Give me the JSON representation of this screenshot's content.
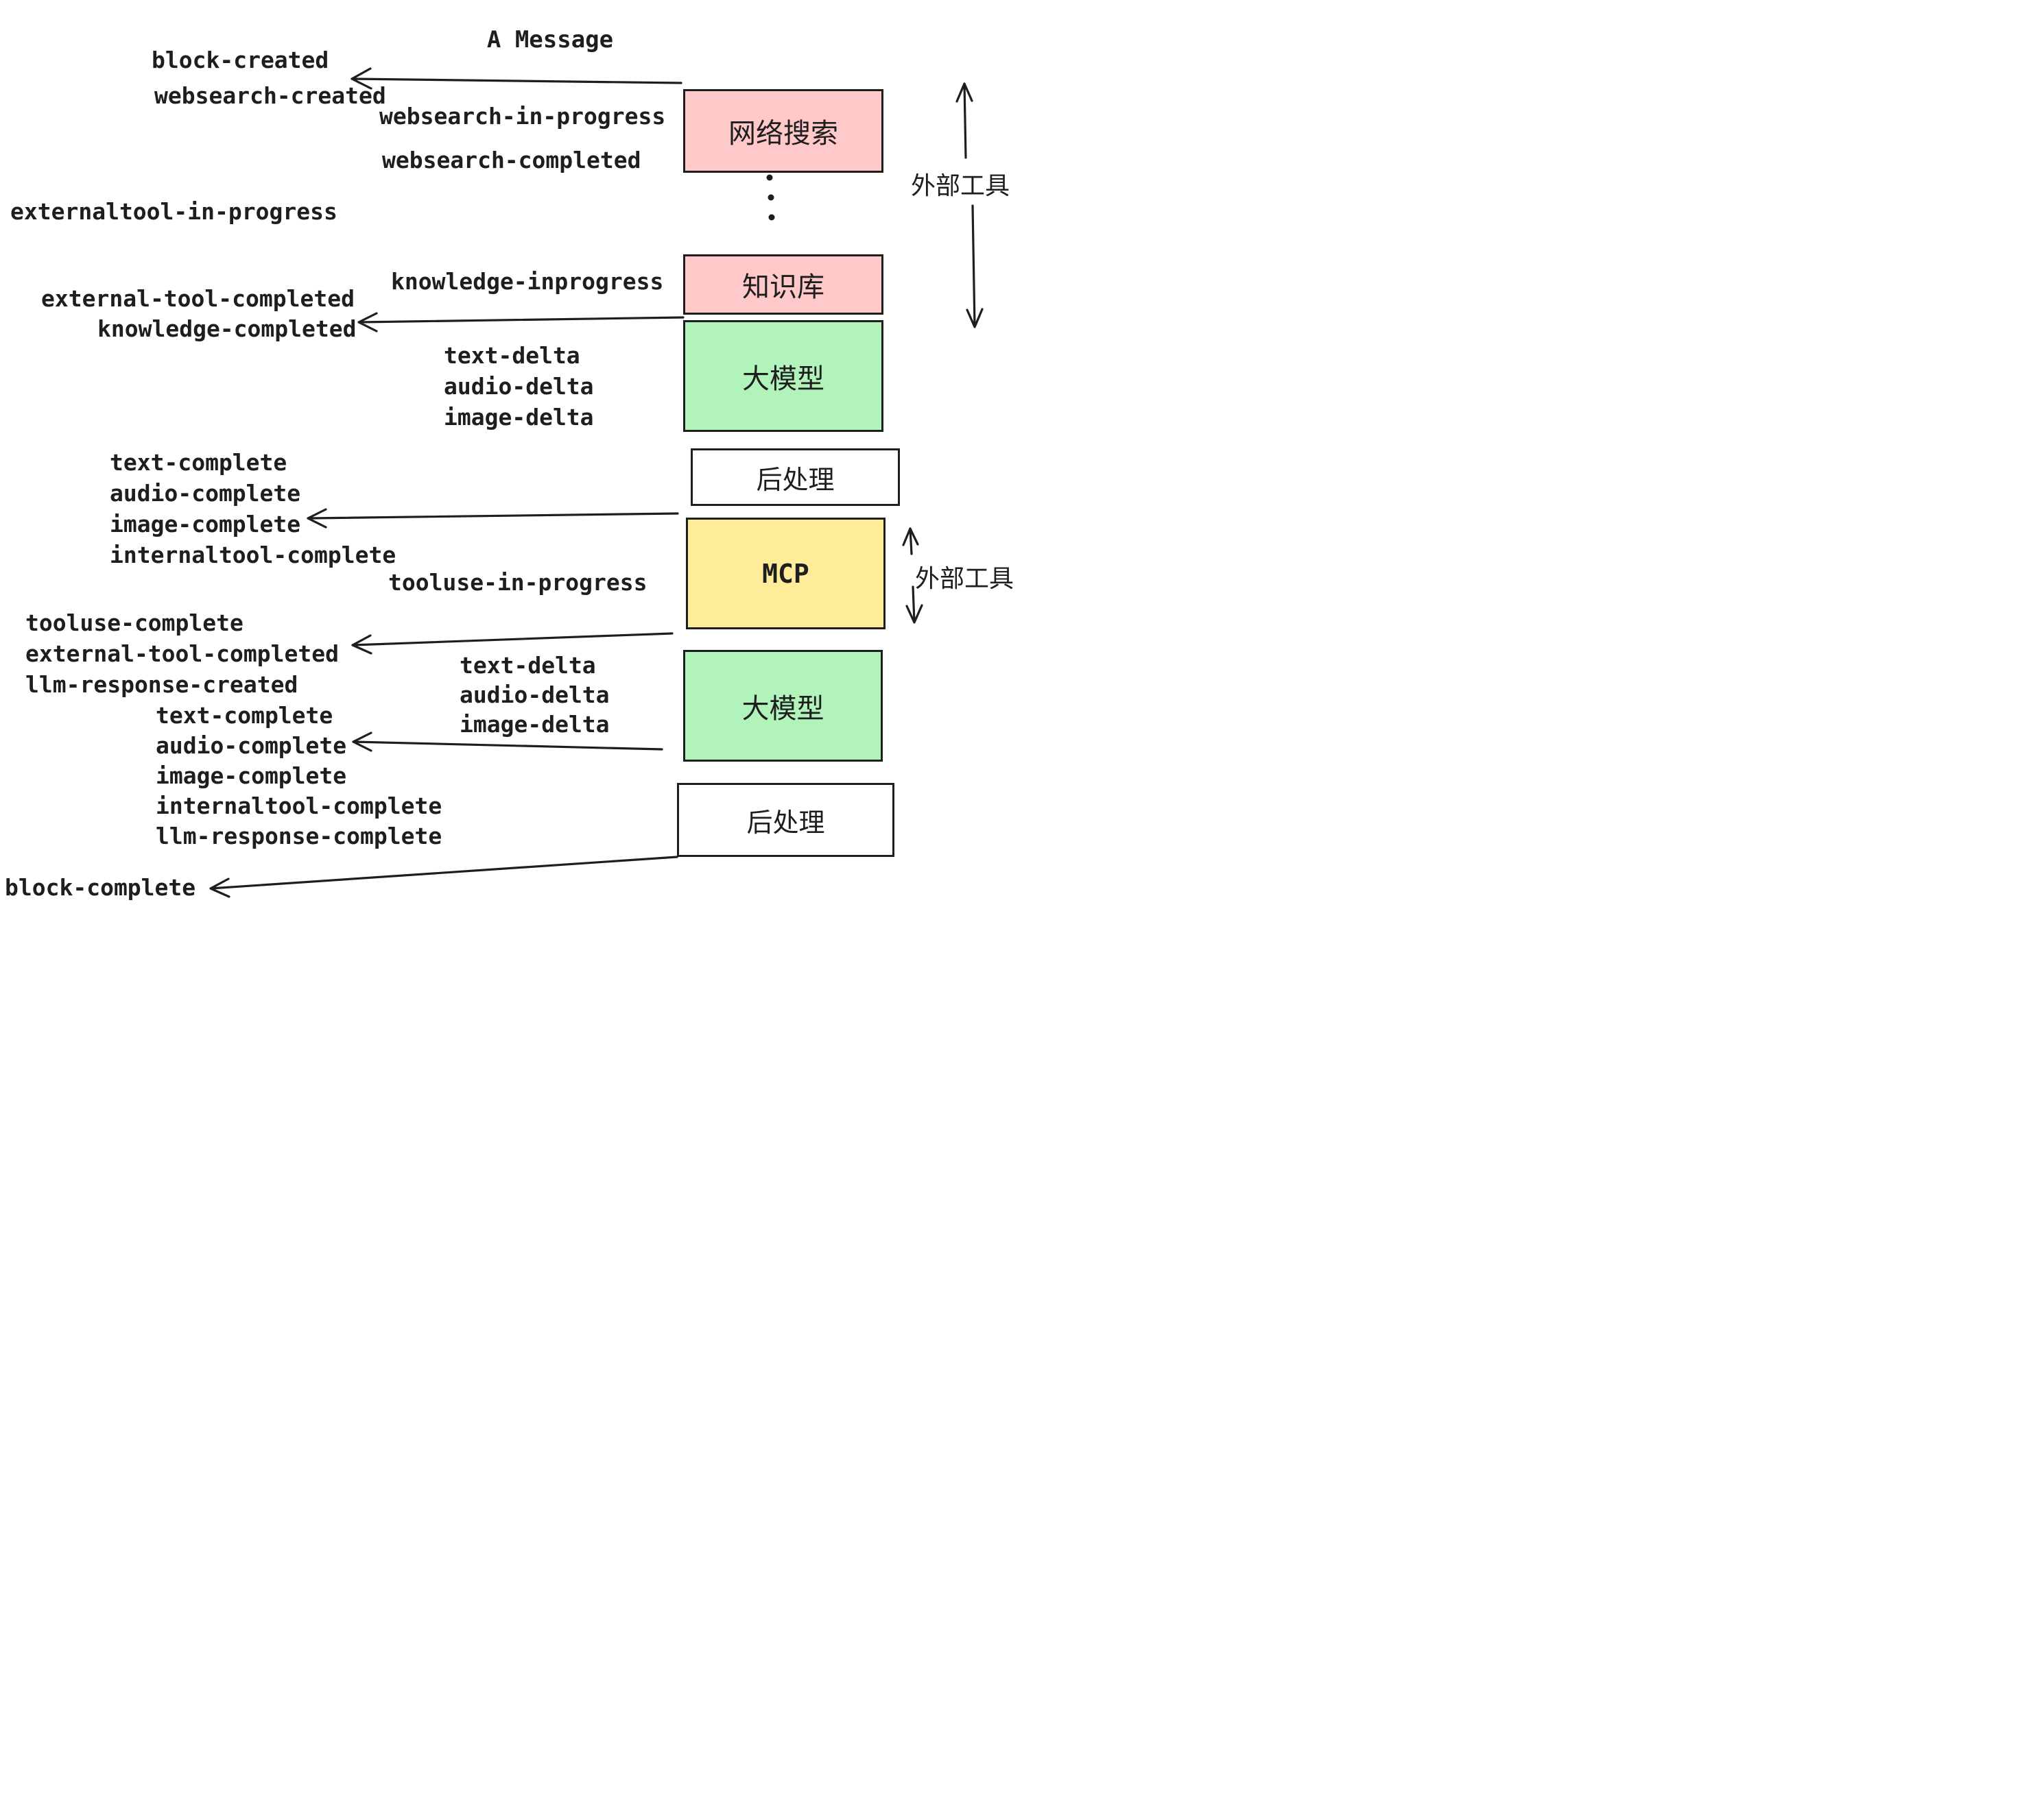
{
  "title": "A Message",
  "colors": {
    "pink": "#ffc9c9",
    "green": "#b2f2bb",
    "yellow": "#ffec99",
    "white": "#ffffff",
    "ink": "#1e1e1e"
  },
  "boxes": {
    "websearch": {
      "label": "网络搜索",
      "color": "pink"
    },
    "knowledge": {
      "label": "知识库",
      "color": "pink"
    },
    "llm_1": {
      "label": "大模型",
      "color": "green"
    },
    "post_1": {
      "label": "后处理",
      "color": "white"
    },
    "mcp": {
      "label": "MCP",
      "color": "yellow"
    },
    "llm_2": {
      "label": "大模型",
      "color": "green"
    },
    "post_2": {
      "label": "后处理",
      "color": "white"
    }
  },
  "side_annotations": {
    "external_tools_1": "外部工具",
    "external_tools_2": "外部工具"
  },
  "events": {
    "block_created": "block-created",
    "websearch_created": "websearch-created",
    "websearch_in_progress": "websearch-in-progress",
    "websearch_completed": "websearch-completed",
    "externaltool_in_progress": "externaltool-in-progress",
    "knowledge_inprogress": "knowledge-inprogress",
    "external_tool_completed": "external-tool-completed",
    "knowledge_completed": "knowledge-completed",
    "deltas_llm1": [
      "text-delta",
      "audio-delta",
      "image-delta"
    ],
    "completes_post1": [
      "text-complete",
      "audio-complete",
      "image-complete",
      "internaltool-complete"
    ],
    "tooluse_in_progress": "tooluse-in-progress",
    "after_mcp": [
      "tooluse-complete",
      "external-tool-completed",
      "llm-response-created"
    ],
    "deltas_llm2": [
      "text-delta",
      "audio-delta",
      "image-delta"
    ],
    "completes_post2": [
      "text-complete",
      "audio-complete",
      "image-complete",
      "internaltool-complete",
      "llm-response-complete"
    ],
    "block_complete": "block-complete"
  }
}
